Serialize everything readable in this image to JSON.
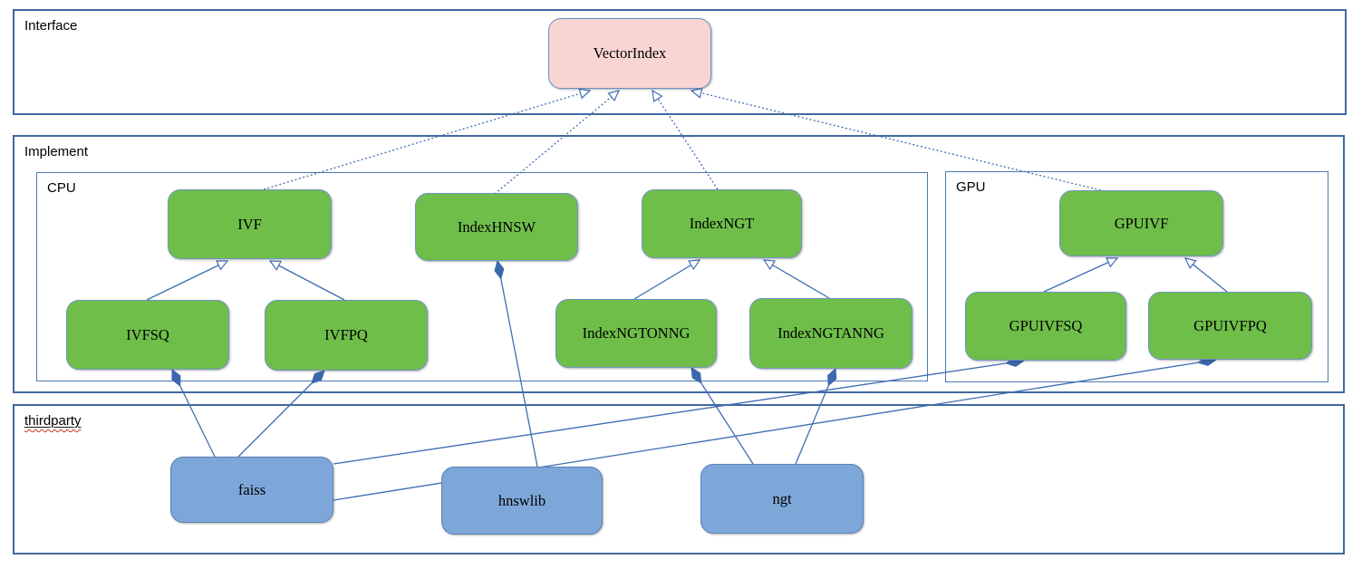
{
  "sections": {
    "interface": {
      "label": "Interface"
    },
    "implement": {
      "label": "Implement"
    },
    "cpu": {
      "label": "CPU"
    },
    "gpu": {
      "label": "GPU"
    },
    "thirdparty": {
      "label": "thirdparty"
    }
  },
  "nodes": {
    "vectorindex": {
      "label": "VectorIndex",
      "section": "interface"
    },
    "ivf": {
      "label": "IVF",
      "section": "cpu"
    },
    "indexhnsw": {
      "label": "IndexHNSW",
      "section": "cpu"
    },
    "indexngt": {
      "label": "IndexNGT",
      "section": "cpu"
    },
    "ivfsq": {
      "label": "IVFSQ",
      "section": "cpu"
    },
    "ivfpq": {
      "label": "IVFPQ",
      "section": "cpu"
    },
    "indexngtonng": {
      "label": "IndexNGTONNG",
      "section": "cpu"
    },
    "indexngtanng": {
      "label": "IndexNGTANNG",
      "section": "cpu"
    },
    "gpuivf": {
      "label": "GPUIVF",
      "section": "gpu"
    },
    "gpuivfsq": {
      "label": "GPUIVFSQ",
      "section": "gpu"
    },
    "gpuivfpq": {
      "label": "GPUIVFPQ",
      "section": "gpu"
    },
    "faiss": {
      "label": "faiss",
      "section": "thirdparty"
    },
    "hnswlib": {
      "label": "hnswlib",
      "section": "thirdparty"
    },
    "ngt": {
      "label": "ngt",
      "section": "thirdparty"
    }
  },
  "edges": [
    {
      "from": "IVF",
      "to": "VectorIndex",
      "type": "realization"
    },
    {
      "from": "IndexHNSW",
      "to": "VectorIndex",
      "type": "realization"
    },
    {
      "from": "IndexNGT",
      "to": "VectorIndex",
      "type": "realization"
    },
    {
      "from": "GPUIVF",
      "to": "VectorIndex",
      "type": "realization"
    },
    {
      "from": "IVFSQ",
      "to": "IVF",
      "type": "generalization"
    },
    {
      "from": "IVFPQ",
      "to": "IVF",
      "type": "generalization"
    },
    {
      "from": "IndexNGTONNG",
      "to": "IndexNGT",
      "type": "generalization"
    },
    {
      "from": "IndexNGTANNG",
      "to": "IndexNGT",
      "type": "generalization"
    },
    {
      "from": "GPUIVFSQ",
      "to": "GPUIVF",
      "type": "generalization"
    },
    {
      "from": "GPUIVFPQ",
      "to": "GPUIVF",
      "type": "generalization"
    },
    {
      "from": "faiss",
      "to": "IVFSQ",
      "type": "composition"
    },
    {
      "from": "faiss",
      "to": "IVFPQ",
      "type": "composition"
    },
    {
      "from": "faiss",
      "to": "GPUIVFSQ",
      "type": "composition"
    },
    {
      "from": "faiss",
      "to": "GPUIVFPQ",
      "type": "composition"
    },
    {
      "from": "hnswlib",
      "to": "IndexHNSW",
      "type": "composition"
    },
    {
      "from": "ngt",
      "to": "IndexNGTONNG",
      "type": "composition"
    },
    {
      "from": "ngt",
      "to": "IndexNGTANNG",
      "type": "composition"
    }
  ],
  "colors": {
    "node_green": "#6fbe4a",
    "node_blue": "#7da7d8",
    "node_pink": "#f8d5d3",
    "connector_blue": "#3f6db2",
    "diamond_blue": "#3a69ae",
    "section_border": "#41699e",
    "spellcheck_red": "#cf342a"
  }
}
